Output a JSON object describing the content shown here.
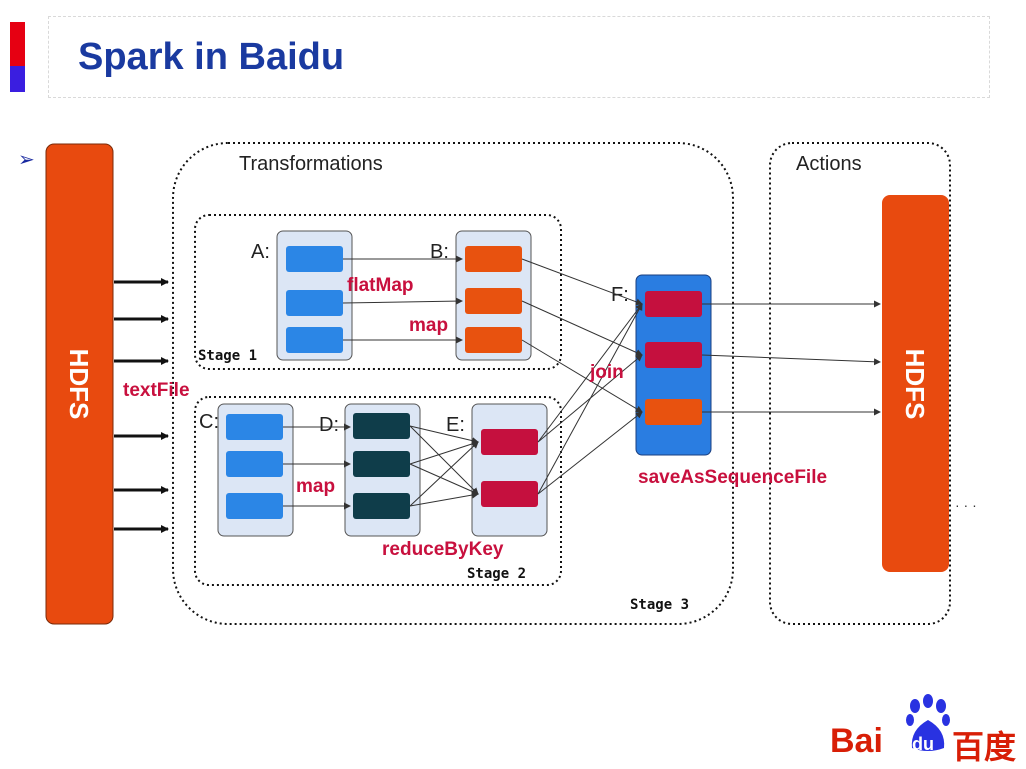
{
  "slide": {
    "title": "Spark in Baidu",
    "bullet_symbol": "➢"
  },
  "diagram": {
    "group_transformations": "Transformations",
    "group_actions": "Actions",
    "stage1": "Stage 1",
    "stage2": "Stage 2",
    "stage3": "Stage 3",
    "hdfs_left": "HDFS",
    "hdfs_right": "HDFS",
    "rdd_a": "A:",
    "rdd_b": "B:",
    "rdd_c": "C:",
    "rdd_d": "D:",
    "rdd_e": "E:",
    "rdd_f": "F:",
    "op_textfile": "textFile",
    "op_flatmap": "flatMap",
    "op_map1": "map",
    "op_map2": "map",
    "op_join": "join",
    "op_reducebykey": "reduceByKey",
    "op_save": "saveAsSequenceFile",
    "ellipsis": "· · ·"
  },
  "logo": {
    "text": "Bai",
    "du": "du",
    "cn": "百度"
  },
  "colors": {
    "title": "#1a3aa0",
    "hdfs": "#e84a0f",
    "partition_blue": "#2b86e6",
    "partition_orange": "#e8520f",
    "partition_crimson": "#c5103e",
    "partition_teal": "#0f3d4a",
    "rdd_box": "#dce6f5",
    "rdd_f_box": "#2a7de1",
    "op_label": "#c8103e",
    "logo_red": "#d81e06",
    "logo_blue": "#2932e1"
  }
}
